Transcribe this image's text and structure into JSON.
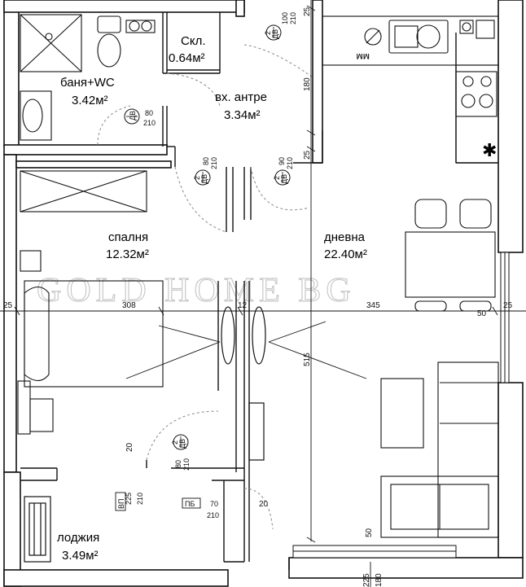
{
  "watermark": "GOLD HOME BG",
  "rooms": {
    "bath": {
      "name": "баня+WC",
      "area": "3.42м²"
    },
    "storage": {
      "name": "Скл.",
      "area": "0.64м²"
    },
    "hall": {
      "name": "вх. антре",
      "area": "3.34м²"
    },
    "bedroom": {
      "name": "спалня",
      "area": "12.32м²"
    },
    "living": {
      "name": "дневна",
      "area": "22.40м²"
    },
    "loggia": {
      "name": "лоджия",
      "area": "3.49м²"
    }
  },
  "doors": {
    "tag": "ДВ",
    "tag_num": "2",
    "bath_door": {
      "w": "80",
      "h": "210"
    },
    "storage_door": {
      "w": "100",
      "h": "210"
    },
    "bed_door": {
      "w": "80",
      "h": "210"
    },
    "living_door": {
      "w": "90",
      "h": "210"
    },
    "loggia_door": {
      "w": "80",
      "h": "210"
    },
    "vp_tag": "ВП",
    "vp": {
      "w": "225",
      "h": "210"
    },
    "pb_tag": "ПБ",
    "pb": {
      "w": "70",
      "h": "210"
    }
  },
  "dims": {
    "left_25": "25",
    "bed_308": "308",
    "mid_12": "12",
    "liv_345": "345",
    "right_50": "50",
    "right_25": "25",
    "top_25a": "25",
    "v_180": "180",
    "mid_25": "25",
    "v_515": "515",
    "loggia_20": "20",
    "pb_20": "20",
    "bot_50": "50",
    "bot_225": "225",
    "bot_180": "180"
  },
  "appliances": {
    "mm": "мм",
    "fridge_symbol": "✱"
  }
}
